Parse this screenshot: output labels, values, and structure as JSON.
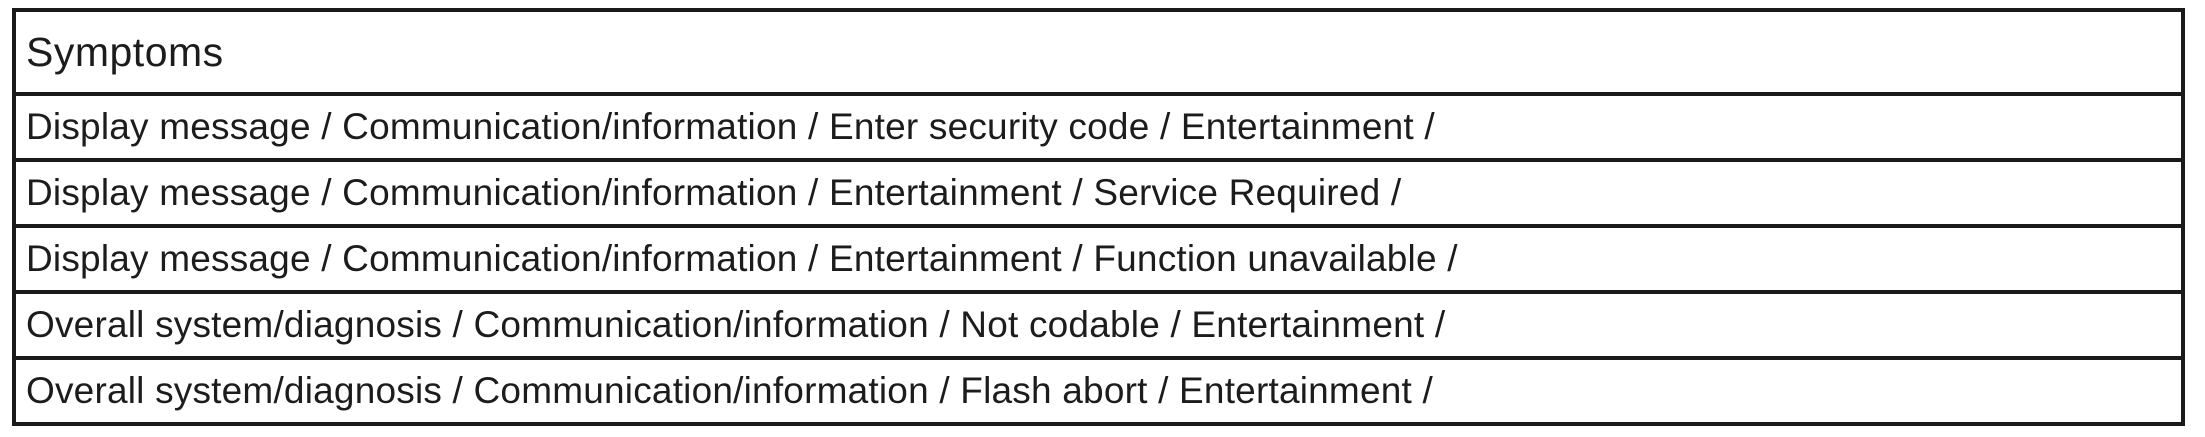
{
  "table": {
    "header": "Symptoms",
    "rows": [
      "Display message / Communication/information / Enter security code / Entertainment /",
      "Display message / Communication/information / Entertainment / Service Required /",
      "Display message / Communication/information / Entertainment / Function unavailable /",
      "Overall system/diagnosis / Communication/information / Not codable / Entertainment /",
      "Overall system/diagnosis / Communication/information / Flash abort / Entertainment /"
    ]
  },
  "colors": {
    "border": "#1a1a1a",
    "text": "#1c1c1c",
    "background": "#ffffff"
  }
}
